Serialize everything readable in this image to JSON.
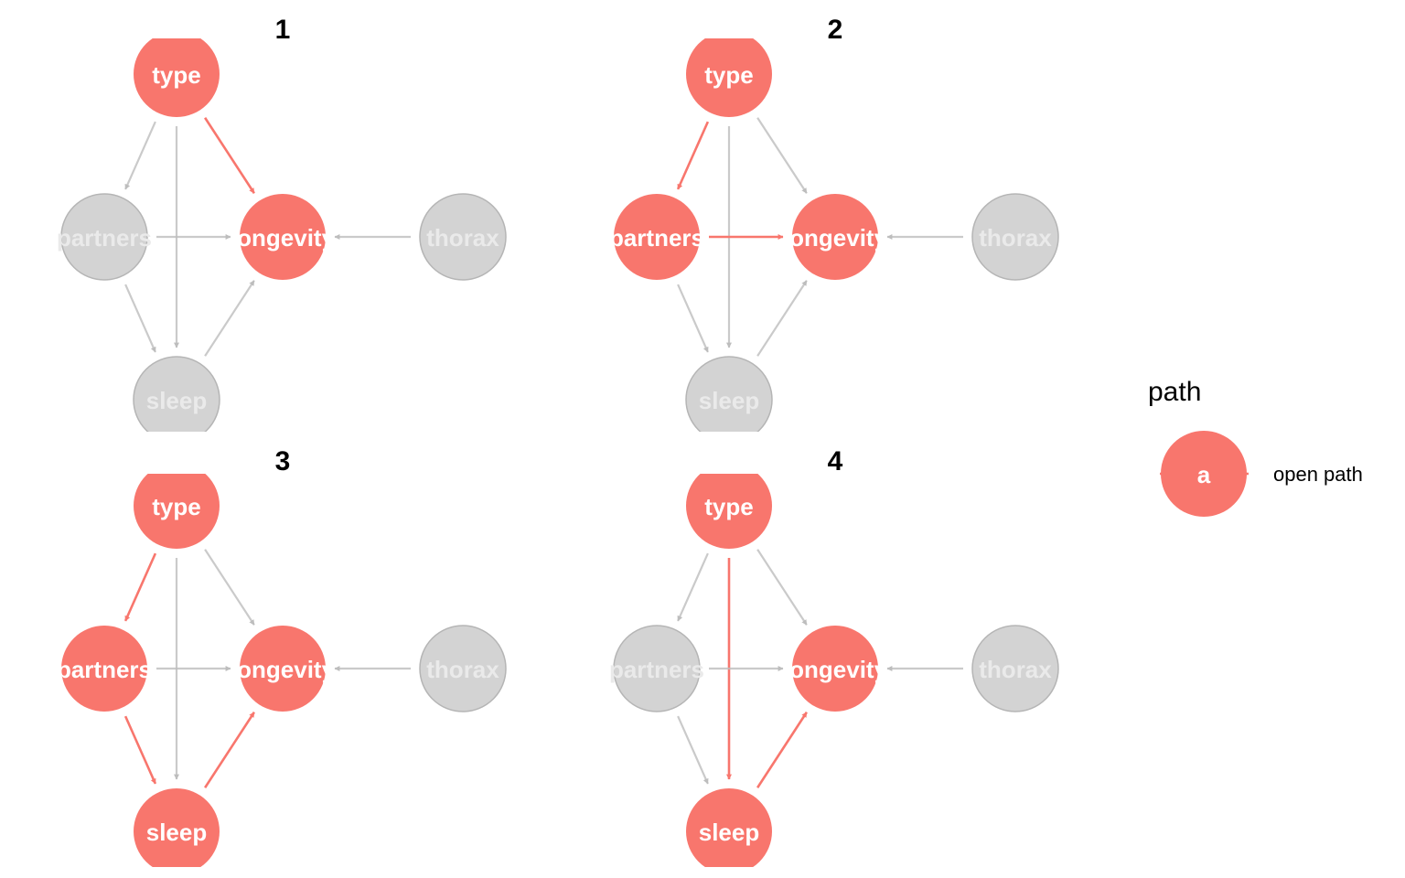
{
  "colors": {
    "active": "#F8766D",
    "inactive": "#D3D3D3",
    "inactive_stroke": "#B5B5B5",
    "active_text": "#FFFFFF",
    "inactive_text": "#EAEAEA",
    "inactive_edge": "#BDBDBD"
  },
  "nodes": [
    {
      "id": "type",
      "label": "type"
    },
    {
      "id": "partners",
      "label": "partners"
    },
    {
      "id": "longevity",
      "label": "longevity"
    },
    {
      "id": "thorax",
      "label": "thorax"
    },
    {
      "id": "sleep",
      "label": "sleep"
    }
  ],
  "edges": [
    {
      "from": "type",
      "to": "partners"
    },
    {
      "from": "type",
      "to": "longevity"
    },
    {
      "from": "type",
      "to": "sleep"
    },
    {
      "from": "partners",
      "to": "longevity"
    },
    {
      "from": "partners",
      "to": "sleep"
    },
    {
      "from": "sleep",
      "to": "longevity"
    },
    {
      "from": "thorax",
      "to": "longevity"
    }
  ],
  "panels": [
    {
      "title": "1",
      "active_nodes": [
        "type",
        "longevity"
      ],
      "active_edges": [
        [
          "type",
          "longevity"
        ]
      ]
    },
    {
      "title": "2",
      "active_nodes": [
        "type",
        "partners",
        "longevity"
      ],
      "active_edges": [
        [
          "type",
          "partners"
        ],
        [
          "partners",
          "longevity"
        ]
      ]
    },
    {
      "title": "3",
      "active_nodes": [
        "type",
        "partners",
        "longevity",
        "sleep"
      ],
      "active_edges": [
        [
          "type",
          "partners"
        ],
        [
          "partners",
          "sleep"
        ],
        [
          "sleep",
          "longevity"
        ]
      ]
    },
    {
      "title": "4",
      "active_nodes": [
        "type",
        "longevity",
        "sleep"
      ],
      "active_edges": [
        [
          "type",
          "sleep"
        ],
        [
          "sleep",
          "longevity"
        ]
      ]
    }
  ],
  "legend": {
    "title": "path",
    "key_glyph": "a",
    "key_label": "open path"
  }
}
